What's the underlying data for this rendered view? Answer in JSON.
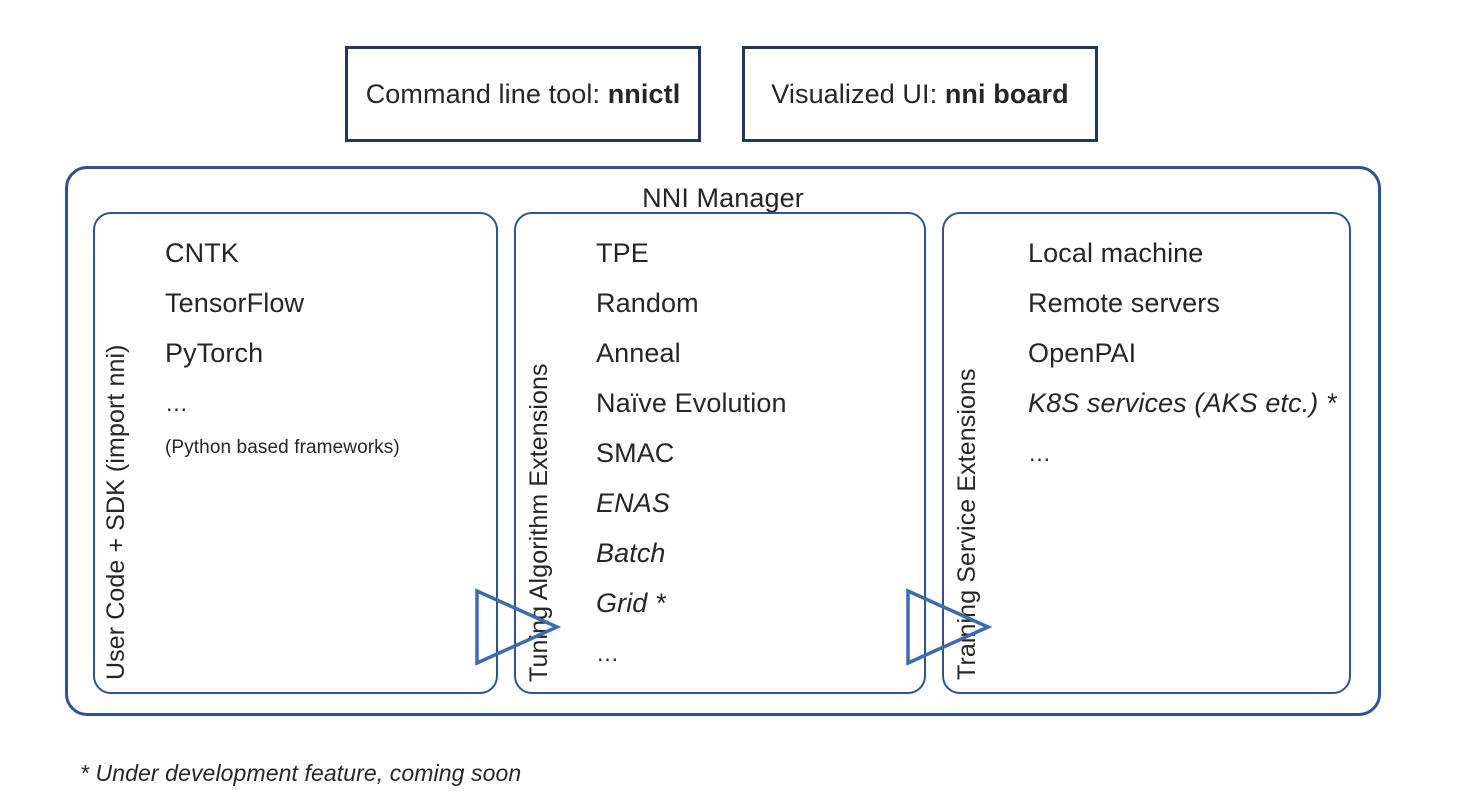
{
  "top_boxes": [
    {
      "name": "command-line-tool",
      "prefix": "Command line tool: ",
      "emphasis": "nnictl"
    },
    {
      "name": "visualized-ui",
      "prefix": "Visualized UI: ",
      "emphasis": "nni board"
    }
  ],
  "manager": {
    "title": "NNI Manager",
    "border_color": "#2E5395"
  },
  "panels": [
    {
      "id": "user",
      "vertical_label": "User Code + SDK (import nni)",
      "items": [
        {
          "label": "CNTK",
          "style": "normal"
        },
        {
          "label": "TensorFlow",
          "style": "normal"
        },
        {
          "label": "PyTorch",
          "style": "normal"
        },
        {
          "label": "…",
          "style": "ellipsis"
        },
        {
          "label": "(Python based frameworks)",
          "style": "small"
        }
      ]
    },
    {
      "id": "tuning",
      "vertical_label": "Tuning Algorithm Extensions",
      "items": [
        {
          "label": "TPE",
          "style": "normal"
        },
        {
          "label": "Random",
          "style": "normal"
        },
        {
          "label": "Anneal",
          "style": "normal"
        },
        {
          "label": "Naïve Evolution",
          "style": "normal"
        },
        {
          "label": "SMAC",
          "style": "normal"
        },
        {
          "label": "ENAS",
          "style": "italic"
        },
        {
          "label": "Batch",
          "style": "italic"
        },
        {
          "label": "Grid *",
          "style": "italic"
        },
        {
          "label": "…",
          "style": "ellipsis"
        }
      ]
    },
    {
      "id": "training",
      "vertical_label": "Training Service Extensions",
      "items": [
        {
          "label": "Local machine",
          "style": "normal"
        },
        {
          "label": "Remote servers",
          "style": "normal"
        },
        {
          "label": "OpenPAI",
          "style": "normal"
        },
        {
          "label": "K8S services (AKS etc.) *",
          "style": "italic"
        },
        {
          "label": "…",
          "style": "ellipsis"
        }
      ]
    }
  ],
  "arrows": [
    {
      "name": "arrow-user-to-tuning",
      "color": "#3C6BB0"
    },
    {
      "name": "arrow-tuning-to-training",
      "color": "#3C6BB0"
    }
  ],
  "footnote": "* Under development feature, coming soon"
}
